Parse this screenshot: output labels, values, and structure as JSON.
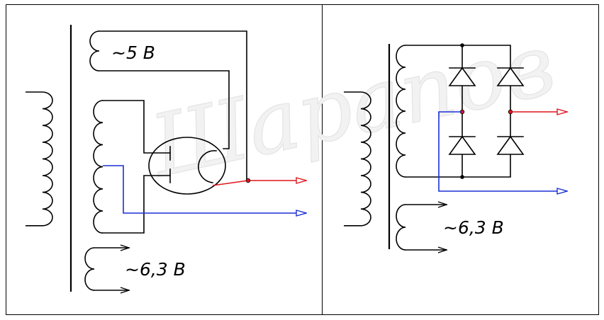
{
  "watermark": {
    "text": "Шарапов"
  },
  "left_panel": {
    "label_top": "~5 В",
    "label_bottom": "~6,3 В"
  },
  "right_panel": {
    "label_bottom": "~6,3 В"
  },
  "colors": {
    "positive_output": "#e0151c",
    "negative_output": "#1a2ed6",
    "wire": "#000000"
  }
}
